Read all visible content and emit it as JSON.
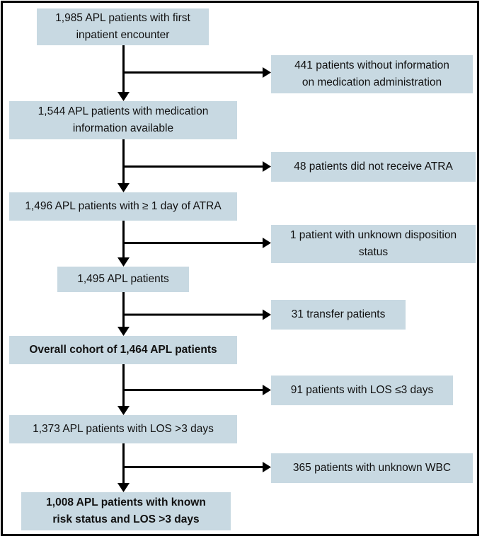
{
  "diagram": {
    "type": "patient-flow",
    "colors": {
      "box_fill": "#c8d9e2",
      "arrow": "#000000",
      "frame_border": "#000000",
      "background": "#ffffff",
      "text": "#111111"
    },
    "main_flow": [
      {
        "text": "1,985 APL patients with first\ninpatient encounter",
        "emphasis": "normal",
        "value": "1,985"
      },
      {
        "text": "1,544 APL patients with medication\ninformation available",
        "emphasis": "normal",
        "value": "1,544"
      },
      {
        "text": "1,496 APL patients with ≥ 1 day of ATRA",
        "emphasis": "normal",
        "value": "1,496"
      },
      {
        "text": "1,495 APL patients",
        "emphasis": "normal",
        "value": "1,495"
      },
      {
        "text": "Overall cohort of 1,464 APL patients",
        "emphasis": "bold",
        "value": "1,464"
      },
      {
        "text": "1,373 APL patients with LOS >3 days",
        "emphasis": "normal",
        "value": "1,373"
      },
      {
        "text": "1,008 APL patients with known\nrisk status and LOS >3 days",
        "emphasis": "bold",
        "value": "1,008"
      }
    ],
    "exclusions": [
      {
        "text": "441 patients without information\non medication administration",
        "value": "441"
      },
      {
        "text": "48 patients did not receive ATRA",
        "value": "48"
      },
      {
        "text": "1 patient with unknown disposition\nstatus",
        "value": "1"
      },
      {
        "text": "31 transfer patients",
        "value": "31"
      },
      {
        "text": "91 patients with LOS ≤3 days",
        "value": "91"
      },
      {
        "text": "365 patients with unknown WBC",
        "value": "365"
      }
    ]
  }
}
